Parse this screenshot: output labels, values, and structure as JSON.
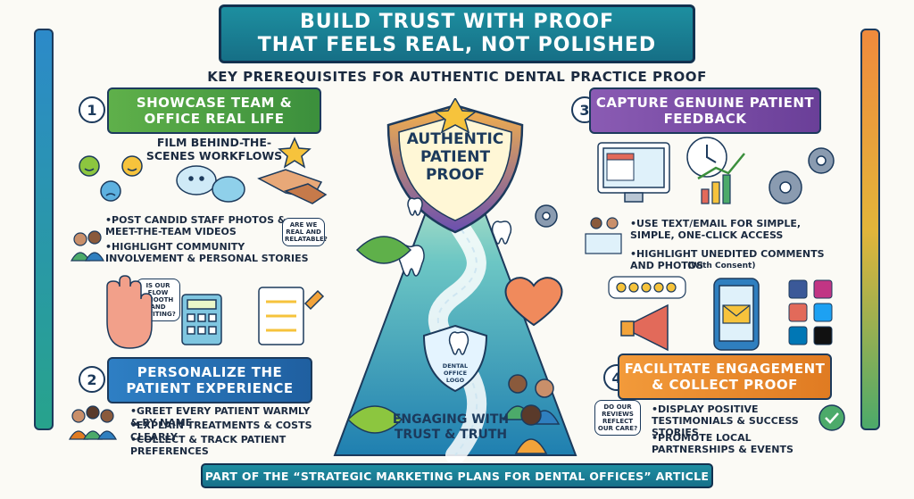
{
  "title": {
    "line1": "Build Trust With Proof",
    "line2": "That Feels Real, Not Polished"
  },
  "subtitle": "Key Prerequisites for Authentic Dental Practice Proof",
  "sections": [
    {
      "number": "1",
      "heading": "Showcase Team & Office Real Life",
      "caption": "Film Behind-the-Scenes Workflows",
      "bullets": [
        "Post Candid Staff Photos & Meet-the-Team Videos",
        "Highlight Community Involvement & Personal Stories"
      ],
      "bubble": "Are we real and relatable?",
      "color": "#4a9d42"
    },
    {
      "number": "2",
      "heading": "Personalize the Patient Experience",
      "bubble": "Is our flow smooth and inviting?",
      "bullets": [
        "Greet Every Patient Warmly & by Name",
        "Explain Treatments & Costs Clearly",
        "Collect & Track Patient Preferences"
      ],
      "color": "#2569ad"
    },
    {
      "number": "3",
      "heading": "Capture Genuine Patient Feedback",
      "bullets": [
        "Use Text/Email for Simple, Simple, One-Click Access",
        "Highlight Unedited Comments and Photos"
      ],
      "consent_note": "(With Consent)",
      "color": "#7a4ca6"
    },
    {
      "number": "4",
      "heading": "Facilitate Engagement & Collect Proof",
      "bubble": "Do our reviews reflect our care?",
      "bullets": [
        "Display Positive Testimonials & Success Stories",
        "Promote Local Partnerships & Events"
      ],
      "color": "#e8872c"
    }
  ],
  "center": {
    "shield_label": "Authentic Patient Proof",
    "logo_label": "Dental Office Logo",
    "base_label": "Engaging with Trust & Truth"
  },
  "footer": "Part of the “Strategic Marketing Plans for Dental Offices” Article",
  "icons": [
    "handshake-icon",
    "star-icon",
    "smiley-faces-icon",
    "chat-bubbles-icon",
    "people-icon",
    "hand-icon",
    "calculator-icon",
    "checklist-icon",
    "calendar-icon",
    "computer-icon",
    "clock-icon",
    "gears-icon",
    "bar-chart-icon",
    "megaphone-icon",
    "envelope-icon",
    "phone-icon",
    "facebook-icon",
    "instagram-icon",
    "twitter-icon",
    "linkedin-icon",
    "tiktok-icon",
    "badge-check-icon",
    "heart-icon",
    "tooth-icon",
    "leaf-icon",
    "shield-icon"
  ]
}
